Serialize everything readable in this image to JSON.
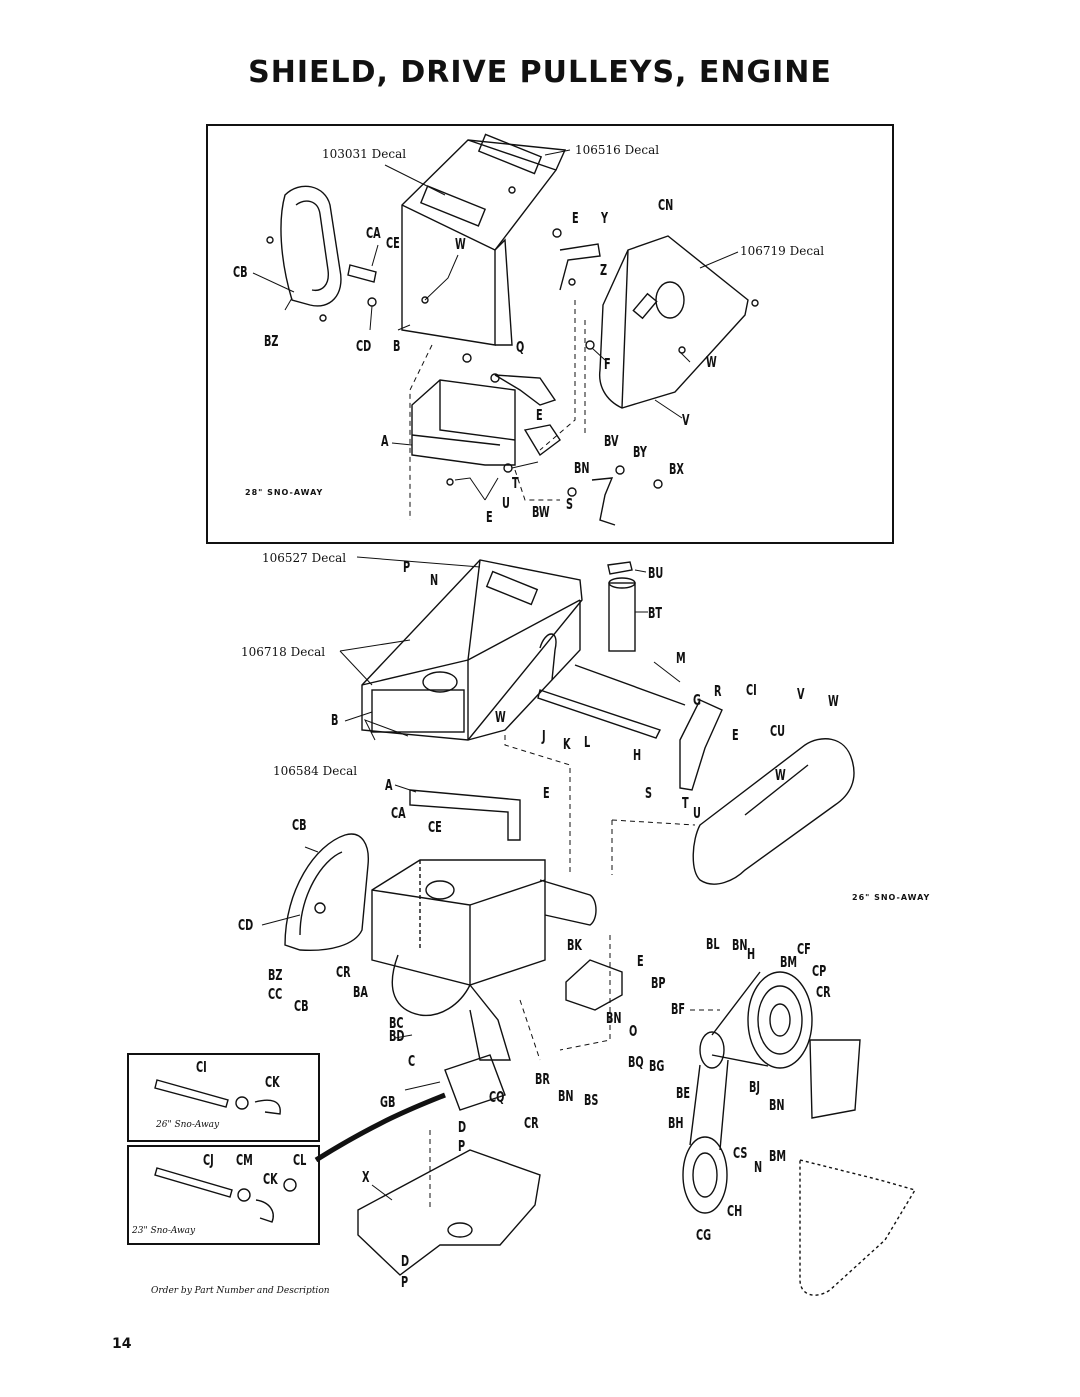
{
  "title": "SHIELD, DRIVE PULLEYS, ENGINE",
  "page_number": "14",
  "footer_note": "Order by Part Number and Description",
  "decals": {
    "d103031": "103031 Decal",
    "d106516": "106516 Decal",
    "d106719": "106719 Decal",
    "d106527": "106527 Decal",
    "d106718": "106718 Decal",
    "d106584": "106584 Decal"
  },
  "notes": {
    "top_model": "28\" SNO-AWAY",
    "mid_model": "26\" SNO-AWAY",
    "hose26": "26\" Sno-Away",
    "hose23": "23\" Sno-Away"
  },
  "part_labels": {
    "top": [
      "CA",
      "CE",
      "W",
      "CB",
      "BZ",
      "CD",
      "B",
      "E",
      "Y",
      "Z",
      "CN",
      "W",
      "F",
      "V",
      "Q",
      "E",
      "A",
      "BV",
      "BY",
      "BN",
      "BX",
      "E",
      "U",
      "T",
      "BW",
      "S"
    ],
    "middle": [
      "P",
      "N",
      "BU",
      "BT",
      "M",
      "B",
      "W",
      "J",
      "K",
      "L",
      "G",
      "R",
      "CI",
      "V",
      "W",
      "E",
      "CU",
      "H",
      "S",
      "T",
      "U",
      "W",
      "A",
      "E",
      "CA",
      "CE",
      "CB"
    ],
    "bottom": [
      "CD",
      "BZ",
      "CR",
      "CC",
      "CB",
      "BA",
      "BK",
      "E",
      "BL",
      "BN",
      "H",
      "BM",
      "CF",
      "CP",
      "CR",
      "BP",
      "BN",
      "O",
      "BF",
      "BC",
      "BD",
      "C",
      "BR",
      "BN",
      "BS",
      "BQ",
      "BG",
      "BE",
      "BJ",
      "BN",
      "BH",
      "GB",
      "CQ",
      "CR",
      "D",
      "P",
      "CS",
      "N",
      "BM",
      "X",
      "CH",
      "CG",
      "D",
      "P"
    ],
    "hose26": [
      "CI",
      "CK"
    ],
    "hose23": [
      "CJ",
      "CM",
      "CL",
      "CK"
    ]
  }
}
